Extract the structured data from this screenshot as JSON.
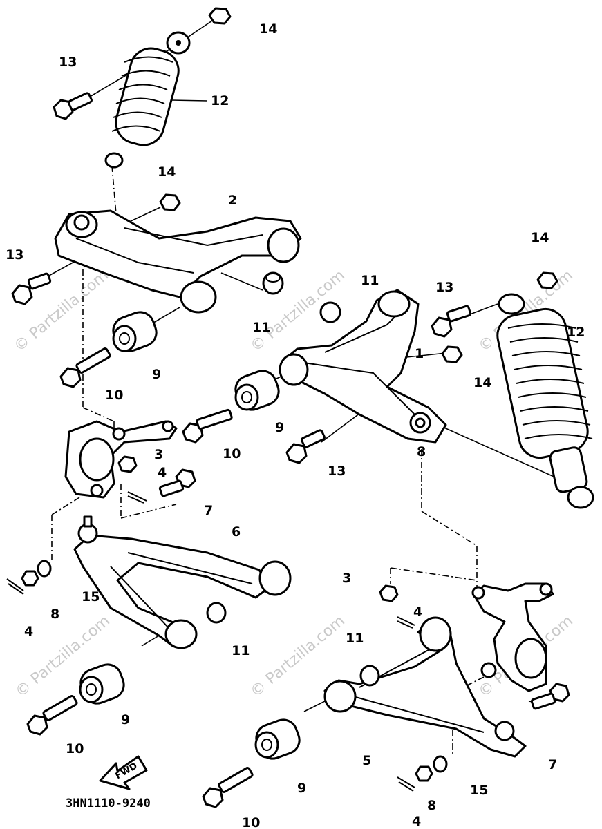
{
  "watermark": "© Partzilla.com",
  "diagram_code": "3HN1110-9240",
  "fwd_label": "FWD",
  "callouts": {
    "c14a": "14",
    "c13a": "13",
    "c12a": "12",
    "c14b": "14",
    "c2": "2",
    "c13b": "13",
    "c11a": "11",
    "c9a": "9",
    "c10a": "10",
    "c11b": "11",
    "c1": "1",
    "c13c": "13",
    "c14c": "14",
    "c12b": "12",
    "c14d": "14",
    "c9b": "9",
    "c10b": "10",
    "c13d": "13",
    "c8a": "8",
    "c3a": "3",
    "c4a": "4",
    "c7a": "7",
    "c6": "6",
    "c4b": "4",
    "c8b": "8",
    "c15a": "15",
    "c11c": "11",
    "c9c": "9",
    "c10c": "10",
    "c3b": "3",
    "c4c": "4",
    "c11d": "11",
    "c7b": "7",
    "c5": "5",
    "c9d": "9",
    "c10d": "10",
    "c15b": "15",
    "c8c": "8",
    "c4d": "4"
  }
}
